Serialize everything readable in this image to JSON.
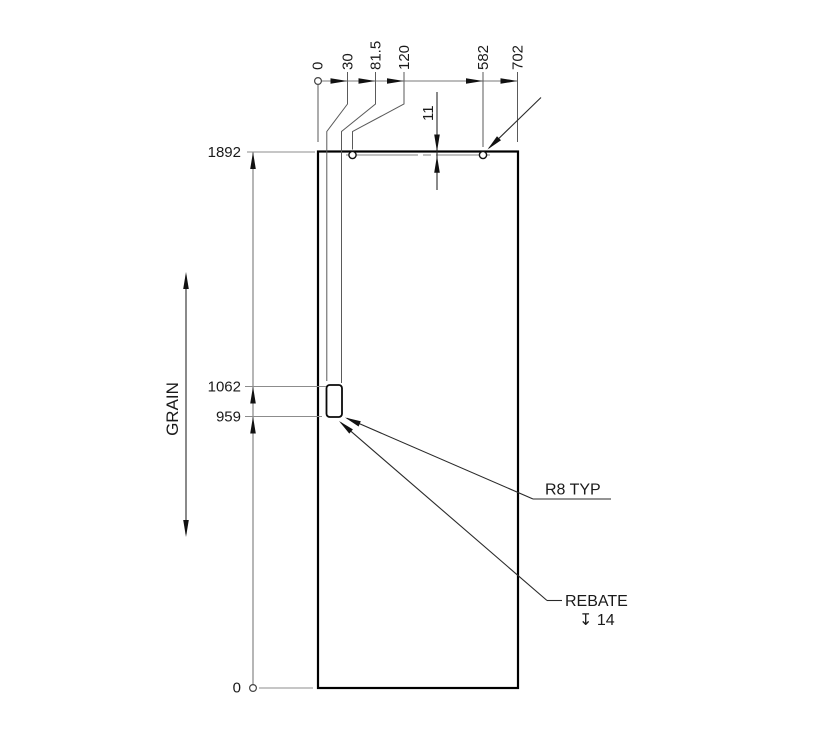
{
  "drawing": {
    "type": "cad-panel-drawing",
    "colors": {
      "background": "#ffffff",
      "outline": "#000000",
      "dimension_line": "#7a7a7a",
      "extension_line": "#8c8c8c",
      "text": "#1a1a1a"
    },
    "dims": {
      "top": {
        "labels": [
          "0",
          "30",
          "81.5",
          "120",
          "582",
          "702"
        ]
      },
      "left": {
        "labels": [
          "1892",
          "1062",
          "959",
          "0"
        ]
      },
      "groove": {
        "label": "11"
      }
    },
    "notes": {
      "grain": "GRAIN",
      "radius": "R8 TYP",
      "rebate": "REBATE",
      "rebate_depth": "↧ 14"
    }
  }
}
